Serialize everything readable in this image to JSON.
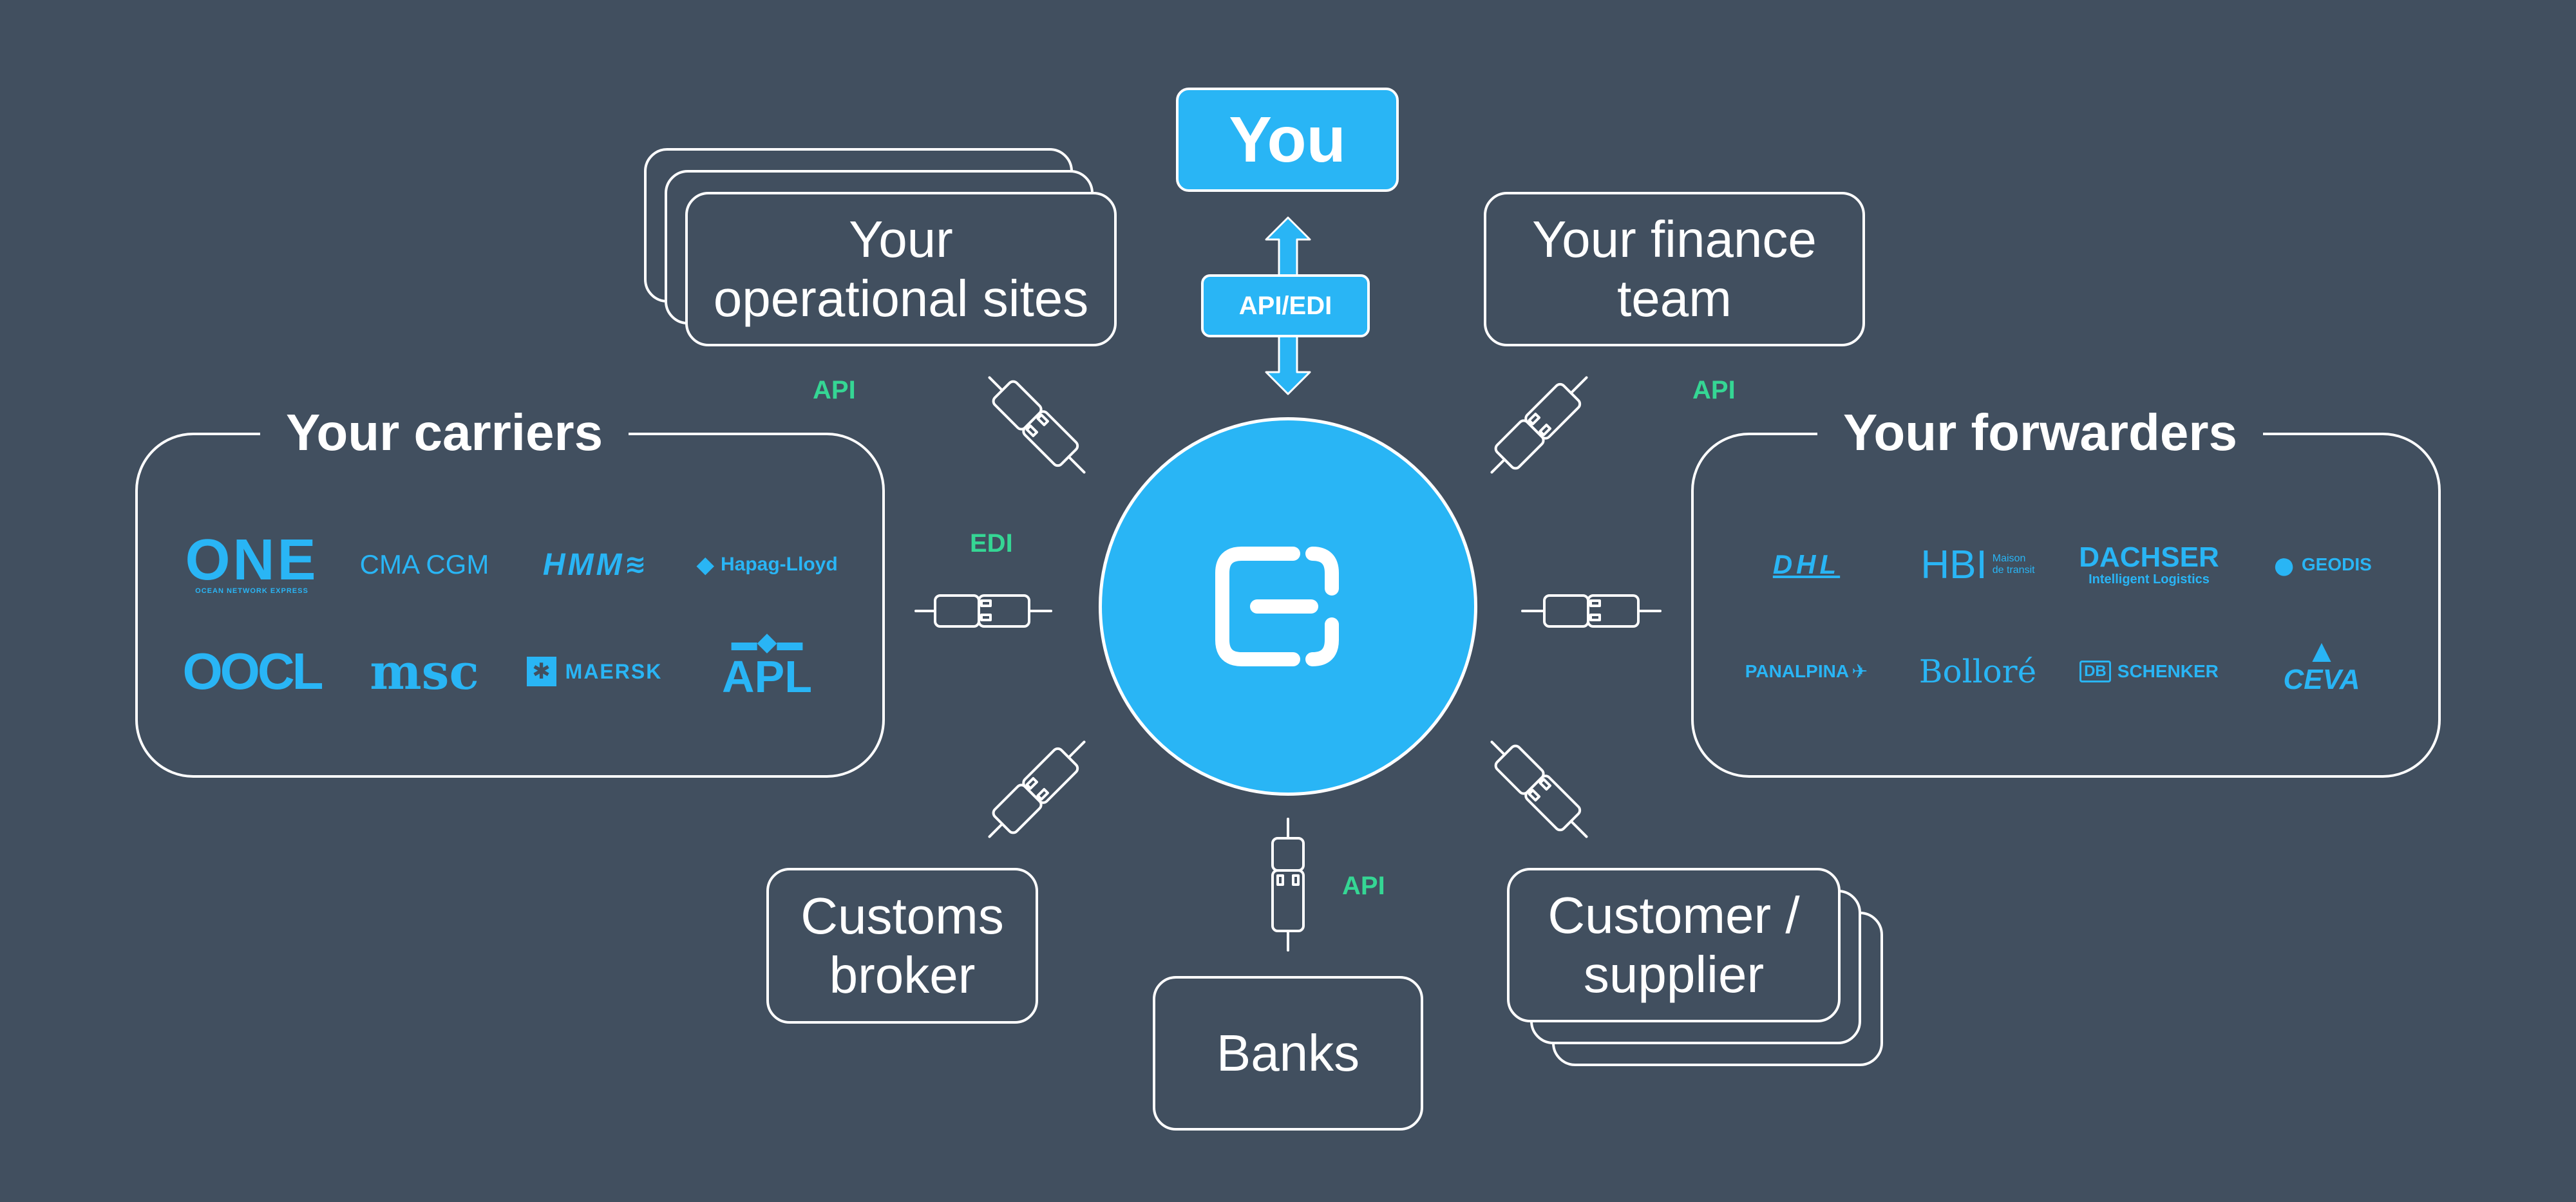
{
  "colors": {
    "background": "#414f5f",
    "accent": "#29b5f5",
    "connection_label": "#35d694",
    "stroke": "#ffffff"
  },
  "hub": {
    "logo_icon": "stylized-e-icon",
    "top_node": "You",
    "top_connection": "API/EDI"
  },
  "nodes": {
    "operational_sites": "Your\noperational sites",
    "finance_team": "Your finance\nteam",
    "customs_broker": "Customs\nbroker",
    "banks": "Banks",
    "customer_supplier": "Customer /\nsupplier"
  },
  "connection_labels": {
    "operational_sites": "API",
    "finance_team": "API",
    "carriers": "EDI",
    "banks": "API"
  },
  "carriers": {
    "title": "Your carriers",
    "logos": [
      "ONE",
      "CMA CGM",
      "HMM",
      "Hapag-Lloyd",
      "OOCL",
      "msc",
      "MAERSK",
      "APL"
    ],
    "one_tagline": "OCEAN NETWORK EXPRESS"
  },
  "forwarders": {
    "title": "Your forwarders",
    "logos": [
      "DHL",
      "HBI",
      "DACHSER",
      "GEODIS",
      "PANALPINA",
      "Bolloré",
      "SCHENKER",
      "CEVA"
    ],
    "hbi_tagline": "Maison\nde transit",
    "dachser_tagline": "Intelligent Logistics",
    "schenker_prefix": "DB"
  }
}
